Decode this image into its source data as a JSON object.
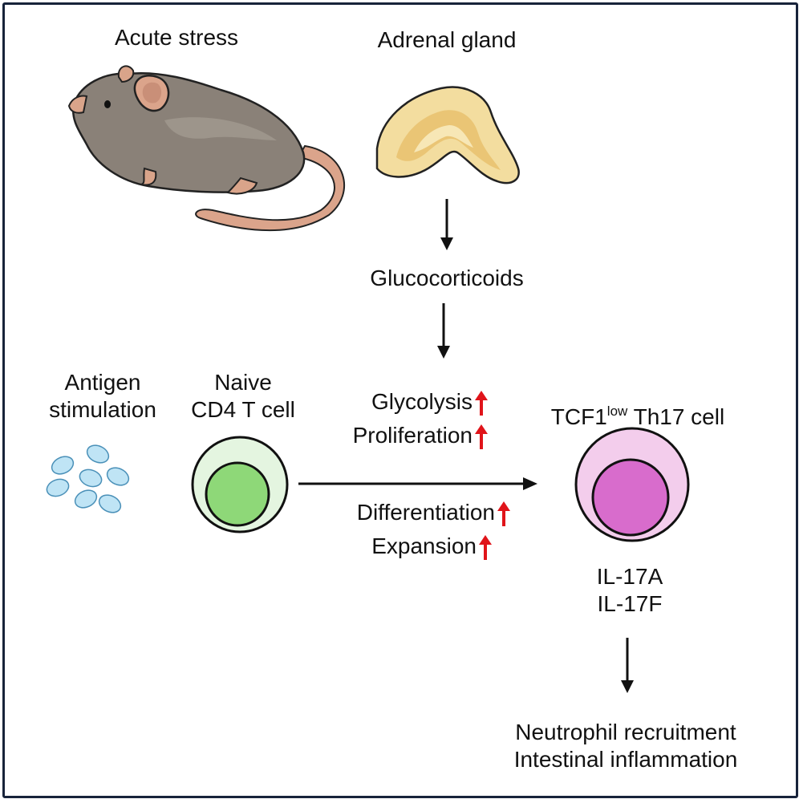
{
  "labels": {
    "acute_stress": "Acute stress",
    "adrenal_gland": "Adrenal gland",
    "glucocorticoids": "Glucocorticoids",
    "antigen_line1": "Antigen",
    "antigen_line2": "stimulation",
    "naive_line1": "Naive",
    "naive_line2": "CD4 T cell",
    "glycolysis": "Glycolysis",
    "proliferation": "Proliferation",
    "differentiation": "Differentiation",
    "expansion": "Expansion",
    "th17_prefix": "TCF1",
    "th17_sup": "low",
    "th17_suffix": " Th17 cell",
    "il17a": "IL-17A",
    "il17f": "IL-17F",
    "outcome_line1": "Neutrophil recruitment",
    "outcome_line2": "Intestinal inflammation"
  },
  "colors": {
    "frame": "#17233a",
    "increase_arrow": "#e0141a",
    "naive_outer": "#e4f5e0",
    "naive_inner": "#8ed878",
    "th17_outer": "#f3cdec",
    "th17_inner": "#d86ccc",
    "antigen": "#bfe4f5",
    "mouse_body": "#8a8178",
    "mouse_skin": "#d9a48a",
    "adrenal": "#f1d99a"
  },
  "icons": {
    "mouse": "mouse-illustration",
    "adrenal": "adrenal-gland-illustration",
    "antigen": "antigen-particles",
    "increase": "red-up-arrow-icon"
  }
}
